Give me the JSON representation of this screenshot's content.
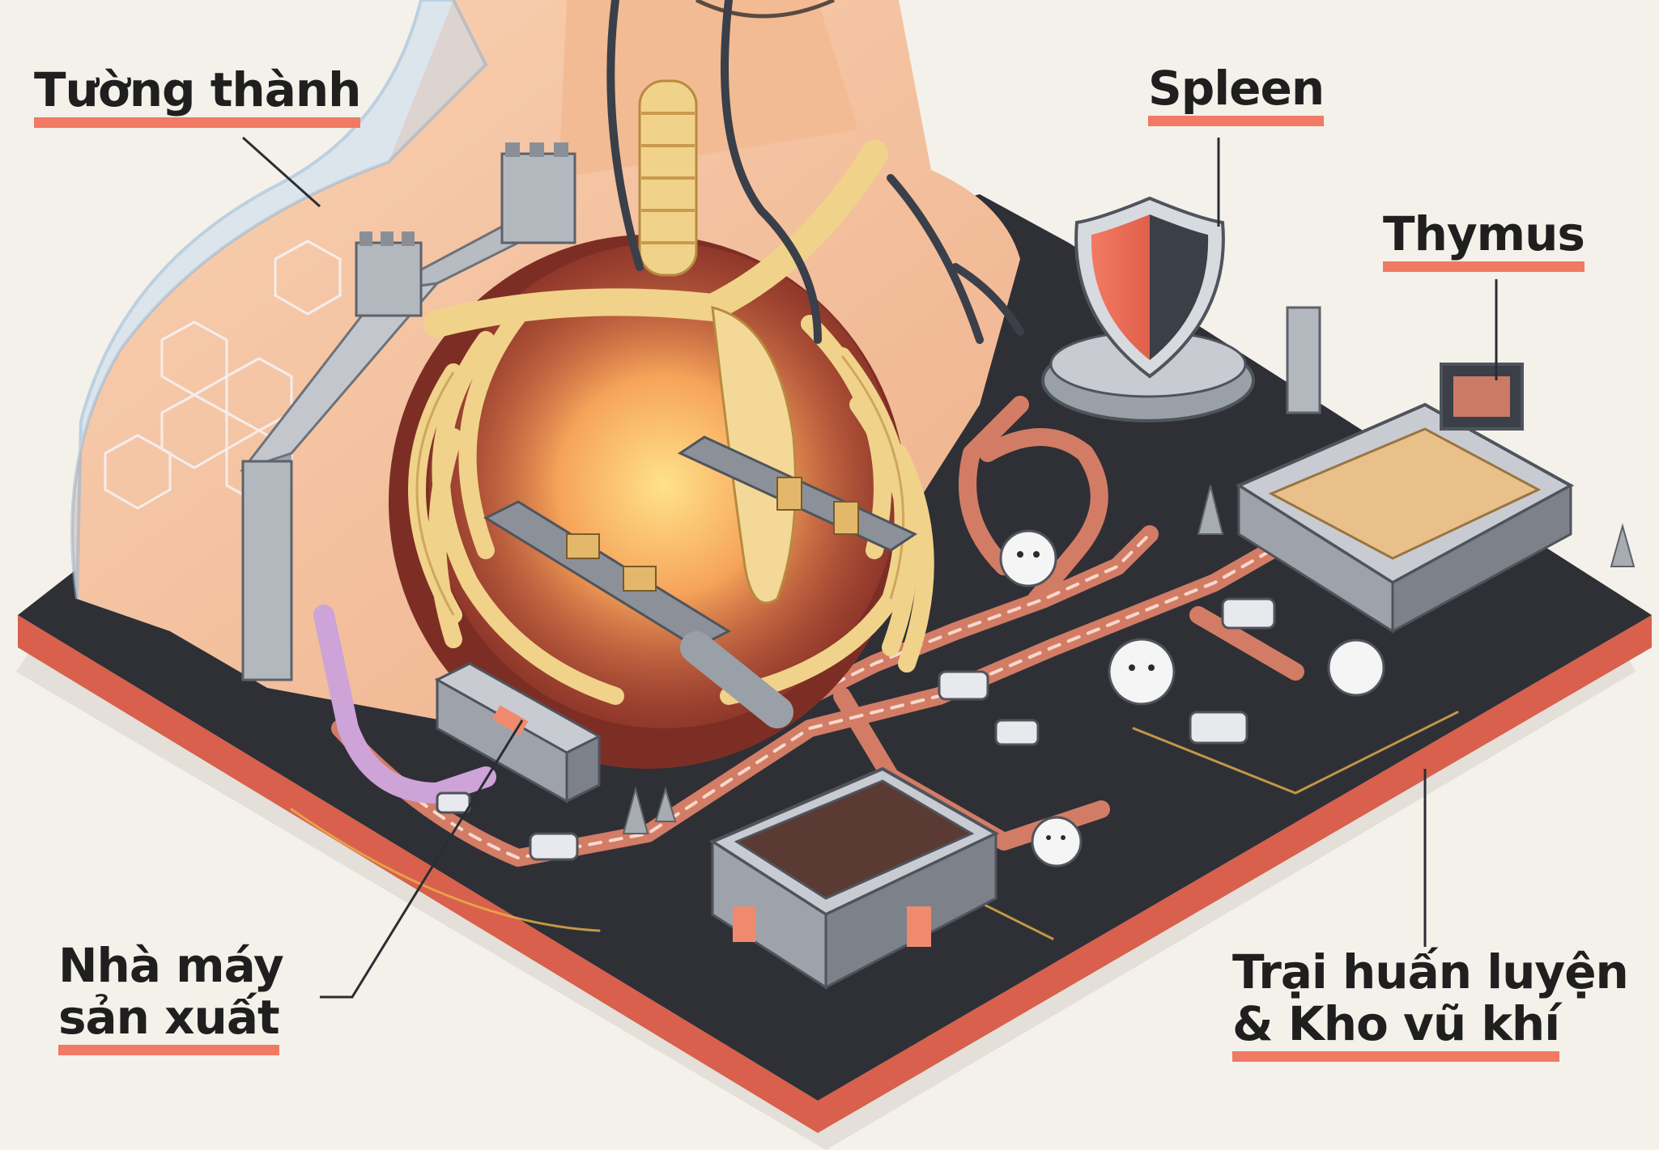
{
  "labels": {
    "wall": "Tường thành",
    "spleen": "Spleen",
    "thymus": "Thymus",
    "factory_line1": "Nhà máy",
    "factory_line2": "sản xuất",
    "camp_line1": "Trại huấn luyện",
    "camp_line2": "& Kho vũ khí"
  },
  "colors": {
    "background": "#f4f1ea",
    "board_top": "#2e3036",
    "board_edge": "#d8604c",
    "road_glow": "#f08a6e",
    "bone": "#f1d28a",
    "skin": "#f5c7a4",
    "metal": "#b9bdc4",
    "label_underline": "#f07a64",
    "text": "#1f1f1f"
  },
  "icons": [
    "castle-wall-icon",
    "shield-icon",
    "stadium-icon",
    "factory-icon",
    "armory-icon",
    "white-blood-cell-icon",
    "car-icon"
  ]
}
